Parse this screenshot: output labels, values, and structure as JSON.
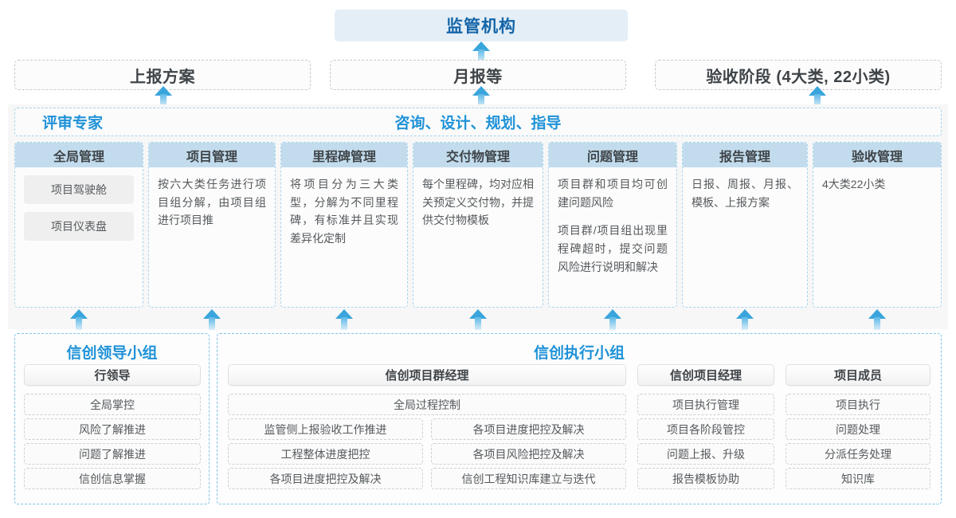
{
  "top": {
    "regulator": "监管机构",
    "reports": [
      "上报方案",
      "月报等",
      "验收阶段 (4大类, 22小类)"
    ]
  },
  "middle": {
    "band_left": "评审专家",
    "band_center": "咨询、设计、规划、指导",
    "columns": [
      {
        "title": "全局管理",
        "pills": [
          "项目驾驶舱",
          "项目仪表盘"
        ],
        "paras": []
      },
      {
        "title": "项目管理",
        "pills": [],
        "paras": [
          "按六大类任务进行项目组分解，由项目组进行项目推"
        ]
      },
      {
        "title": "里程碑管理",
        "pills": [],
        "paras": [
          "将项目分为三大类型，分解为不同里程碑，有标准并且实现差异化定制"
        ]
      },
      {
        "title": "交付物管理",
        "pills": [],
        "paras": [
          "每个里程碑，均对应相关预定义交付物，并提供交付物模板"
        ]
      },
      {
        "title": "问题管理",
        "pills": [],
        "paras": [
          "项目群和项目均可创建问题风险",
          "项目群/项目组出现里程碑超时，提交问题风险进行说明和解决"
        ]
      },
      {
        "title": "报告管理",
        "pills": [],
        "paras": [
          "日报、周报、月报、模板、上报方案"
        ]
      },
      {
        "title": "验收管理",
        "pills": [],
        "paras": [
          "4大类22小类"
        ]
      }
    ]
  },
  "bottom": {
    "left_group_title": "信创领导小组",
    "right_group_title": "信创执行小组",
    "roles": [
      {
        "name": "行领导",
        "tasks": [
          "全局掌控",
          "风险了解推进",
          "问题了解推进",
          "信创信息掌握"
        ]
      },
      {
        "name": "信创项目群经理",
        "span_task": "全局过程控制",
        "tasks_left": [
          "监管侧上报验收工作推进",
          "工程整体进度把控",
          "各项目进度把控及解决"
        ],
        "tasks_right": [
          "各项目进度把控及解决",
          "各项目风险把控及解决",
          "信创工程知识库建立与迭代"
        ]
      },
      {
        "name": "信创项目经理",
        "tasks": [
          "项目执行管理",
          "项目各阶段管控",
          "问题上报、升级",
          "报告模板协助"
        ]
      },
      {
        "name": "项目成员",
        "tasks": [
          "项目执行",
          "问题处理",
          "分派任务处理",
          "知识库"
        ]
      }
    ]
  },
  "colors": {
    "accent_blue": "#1f92d8",
    "title_blue": "#1565a8",
    "header_band": "#c2dced",
    "regulator_bg": "#e3eef7",
    "arrow": "#3aa5dd",
    "panel_bg": "#f7f7f7"
  }
}
